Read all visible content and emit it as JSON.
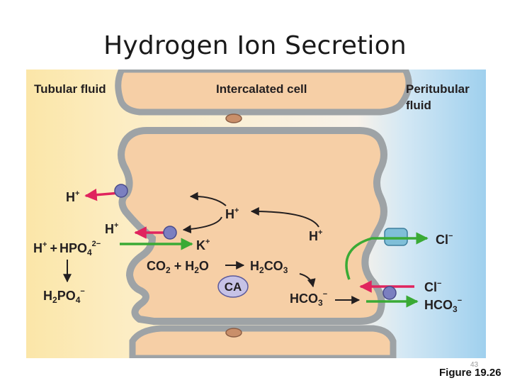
{
  "slide_title": "Hydrogen Ion Secretion",
  "regions": {
    "tubular_fluid": "Tubular fluid",
    "intercalated_cell": "Intercalated cell",
    "peritubular_fluid": "Peritubular fluid",
    "peritubular_line1": "Peritubular",
    "peritubular_line2": "fluid"
  },
  "molecules": {
    "h_ion": "H",
    "h_charge": "+",
    "hpo4": "HPO",
    "hpo4_sub": "4",
    "hpo4_charge": "2−",
    "h2po4_h": "H",
    "h2po4_sub2": "2",
    "h2po4_po": "PO",
    "h2po4_sub4": "4",
    "h2po4_charge": "−",
    "k_ion": "K",
    "co2": "CO",
    "co2_sub": "2",
    "plus": "+",
    "h2o_h": "H",
    "h2o_sub": "2",
    "h2o_o": "O",
    "h2co3_h": "H",
    "h2co3_sub2": "2",
    "h2co3_co": "CO",
    "h2co3_sub3": "3",
    "hco3": "HCO",
    "hco3_sub": "3",
    "hco3_charge": "−",
    "cl_ion": "Cl",
    "cl_charge": "−",
    "ca_enzyme": "CA"
  },
  "colors": {
    "tubular_fluid_bg": "#fbe6a8",
    "peritubular_fluid_bg": "#a9d5ee",
    "cell_fill": "#f6cfa6",
    "membrane": "#9ea3a6",
    "h_arrow": "#e0245e",
    "green_arrow": "#3aaa35",
    "black_arrow": "#231f20",
    "pump": "#7b7fc0",
    "channel": "#7fbfd8",
    "ca_fill": "#c6c2e6"
  },
  "page_number": "43",
  "figure_caption": "Figure 19.26"
}
